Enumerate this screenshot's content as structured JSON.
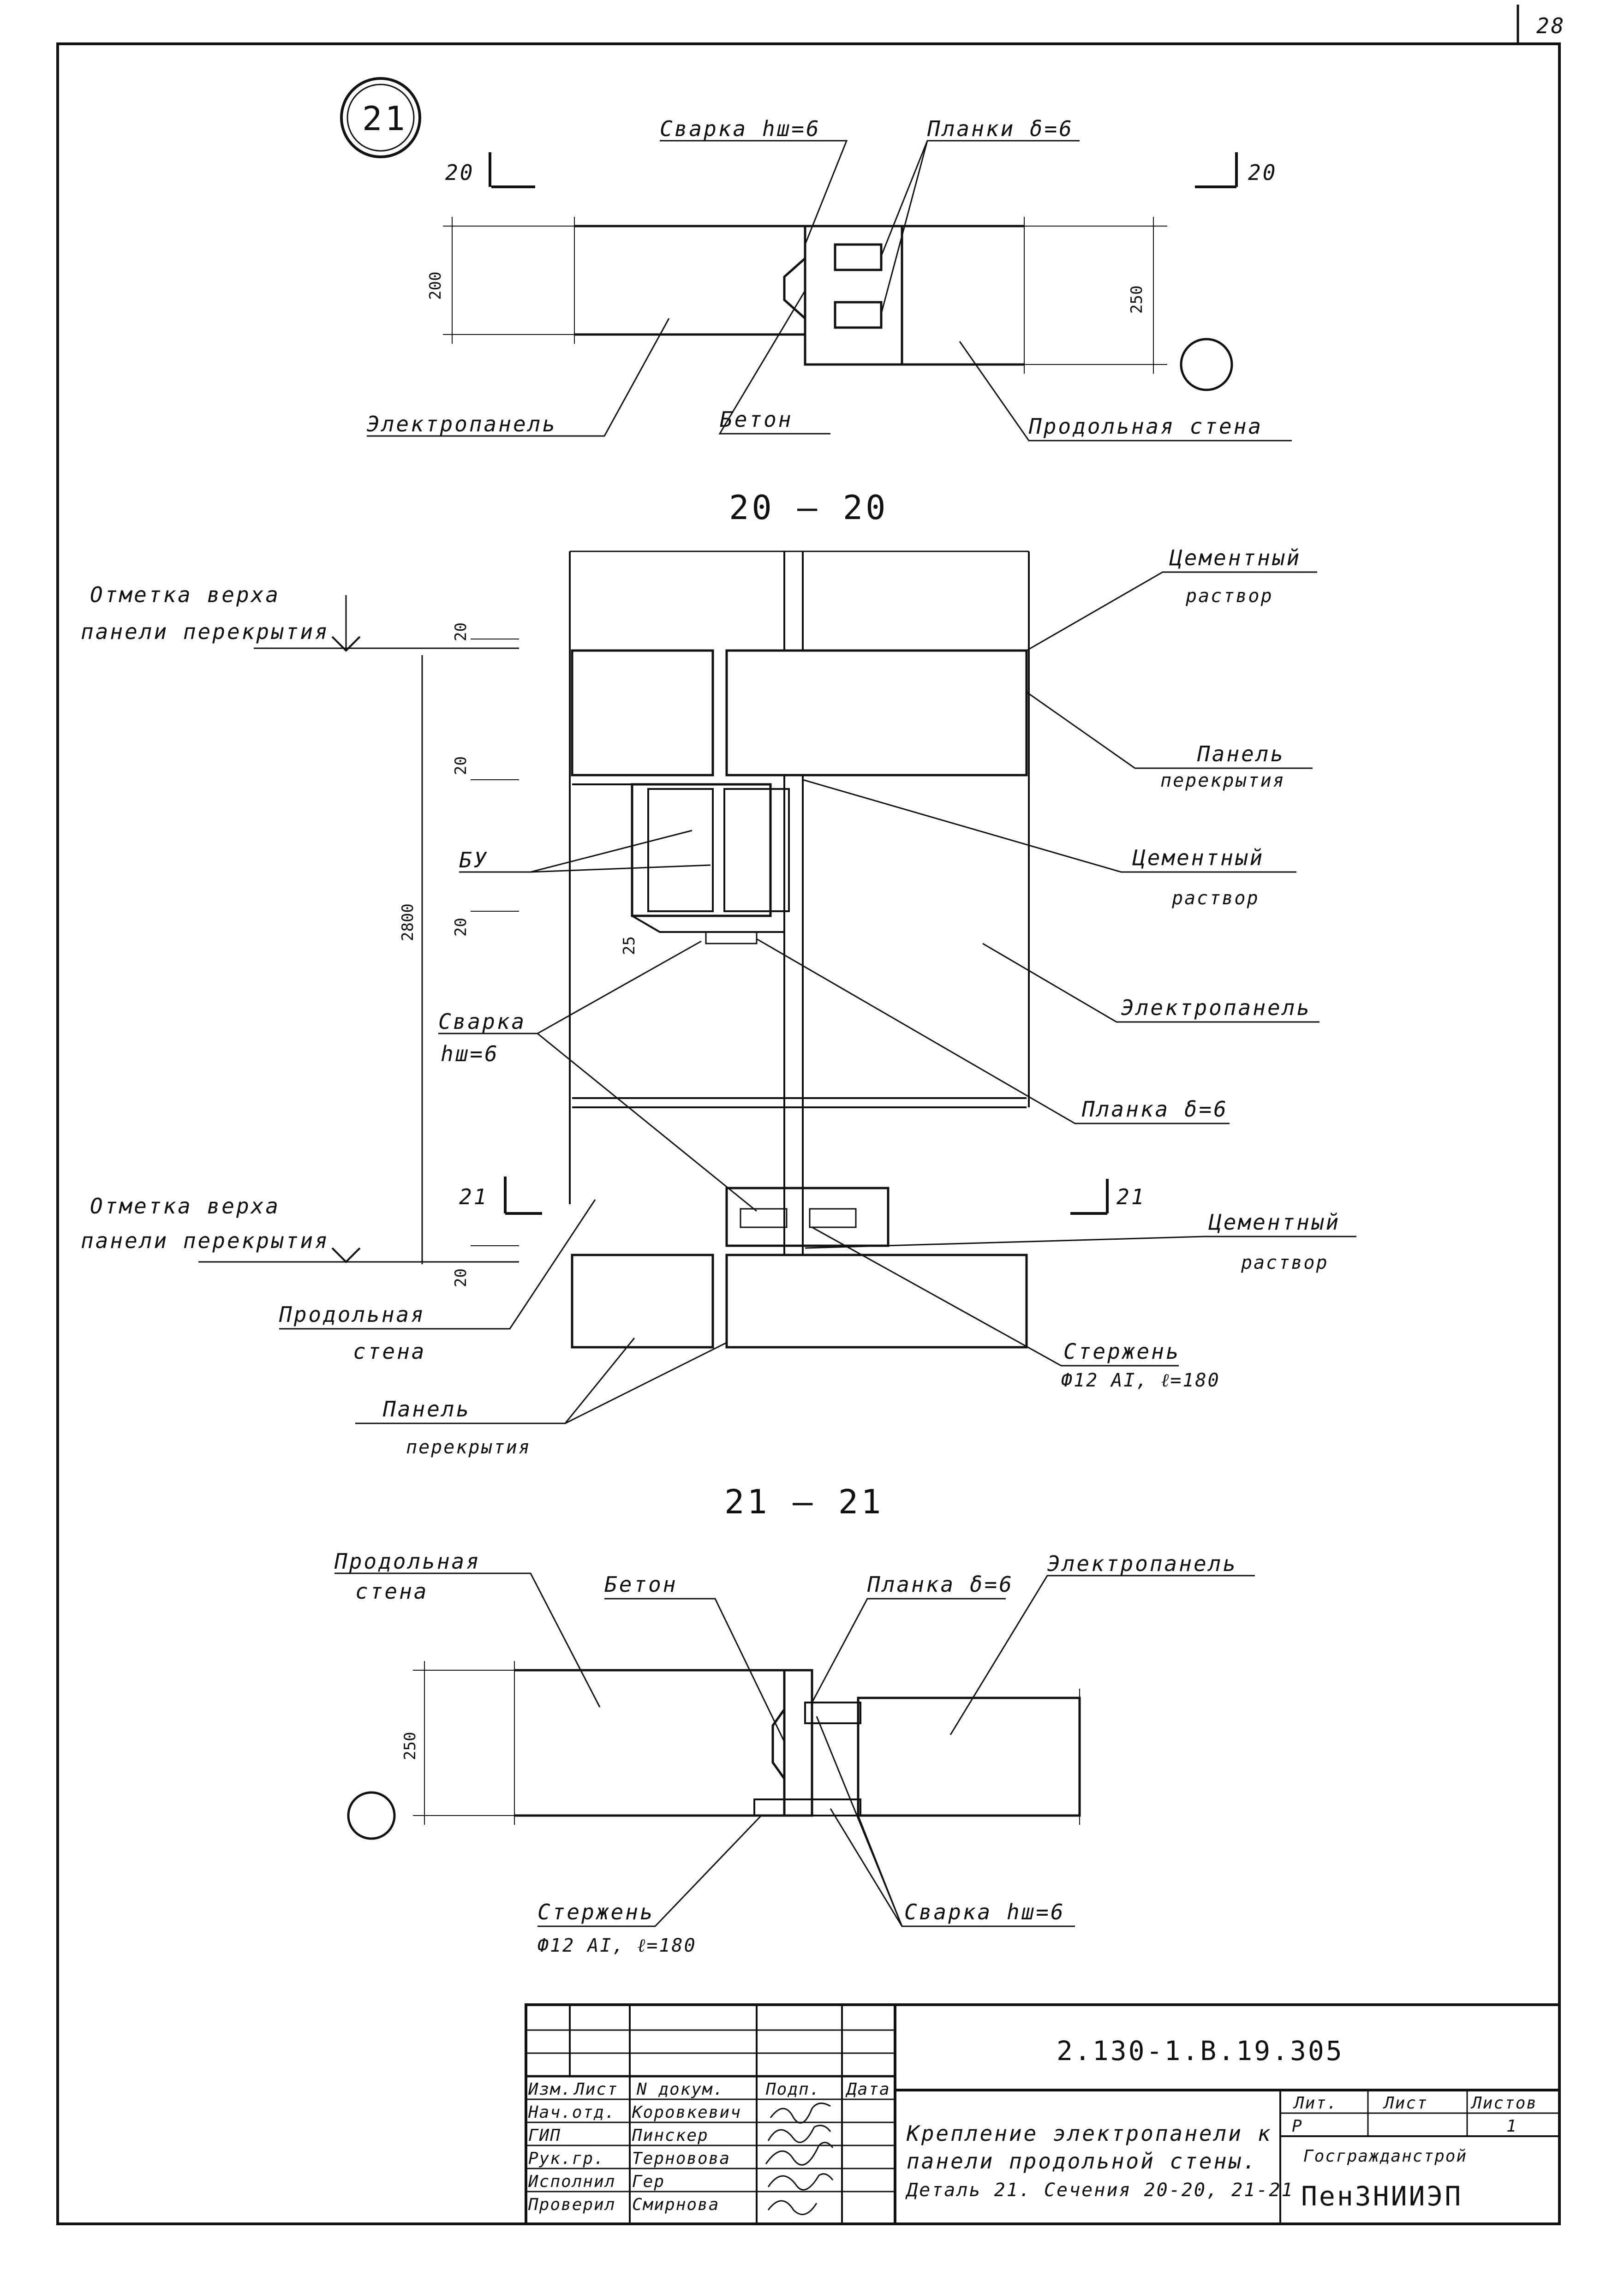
{
  "sheet_number": "28",
  "detail_number": "21",
  "plan_view": {
    "section_mark_left": "20",
    "section_mark_right": "20",
    "welding": "Сварка hш=6",
    "plates": "Планки δ=6",
    "electropanel": "Электропанель",
    "concrete": "Бетон",
    "longitudinal_wall": "Продольная стена",
    "dim_left": "200",
    "dim_right": "250"
  },
  "section_20": {
    "title": "20 — 20",
    "top_mark_1": "Отметка верха",
    "top_mark_2": "панели перекрытия",
    "bottom_mark_1": "Отметка верха",
    "bottom_mark_2": "панели перекрытия",
    "cement_1a": "Цементный",
    "cement_1b": "раствор",
    "floor_panel_1a": "Панель",
    "floor_panel_1b": "перекрытия",
    "bu": "БУ",
    "cement_2a": "Цементный",
    "cement_2b": "раствор",
    "electropanel": "Электропанель",
    "welding_1": "Сварка",
    "welding_2": "hш=6",
    "plate": "Планка δ=6",
    "section_mark_left": "21",
    "section_mark_right": "21",
    "cement_3a": "Цементный",
    "cement_3b": "раствор",
    "long_wall_1": "Продольная",
    "long_wall_2": "стена",
    "rod_1": "Стержень",
    "rod_2": "Ф12 АI, ℓ=180",
    "floor_panel_2a": "Панель",
    "floor_panel_2b": "перекрытия",
    "dim_20a": "20",
    "dim_20b": "20",
    "dim_20c": "20",
    "dim_20d": "20",
    "dim_25": "25",
    "dim_2800": "2800"
  },
  "section_21": {
    "title": "21 — 21",
    "long_wall_1": "Продольная",
    "long_wall_2": "стена",
    "concrete": "Бетон",
    "plate": "Планка δ=6",
    "electropanel": "Электропанель",
    "rod_1": "Стержень",
    "rod_2": "Ф12 АI, ℓ=180",
    "welding": "Сварка hш=6",
    "dim_250": "250"
  },
  "title_block": {
    "doc_code": "2.130-1.В.19.305",
    "headers": [
      "Изм.",
      "Лист",
      "N докум.",
      "Подп.",
      "Дата"
    ],
    "rows": [
      {
        "role": "Нач.отд.",
        "name": "Коровкевич"
      },
      {
        "role": "ГИП",
        "name": "Пинскер"
      },
      {
        "role": "Рук.гр.",
        "name": "Терновова"
      },
      {
        "role": "Исполнил",
        "name": "Гер"
      },
      {
        "role": "Проверил",
        "name": "Смирнова"
      }
    ],
    "title_1": "Крепление электропанели к",
    "title_2": "панели продольной стены.",
    "title_3": "Деталь 21. Сечения 20-20, 21-21",
    "stage_header": "Лит.",
    "sheet_header": "Лист",
    "sheets_header": "Листов",
    "stage": "Р",
    "sheets": "1",
    "org_1": "Госгражданстрой",
    "org_2": "ПенЗНИИЭП"
  }
}
